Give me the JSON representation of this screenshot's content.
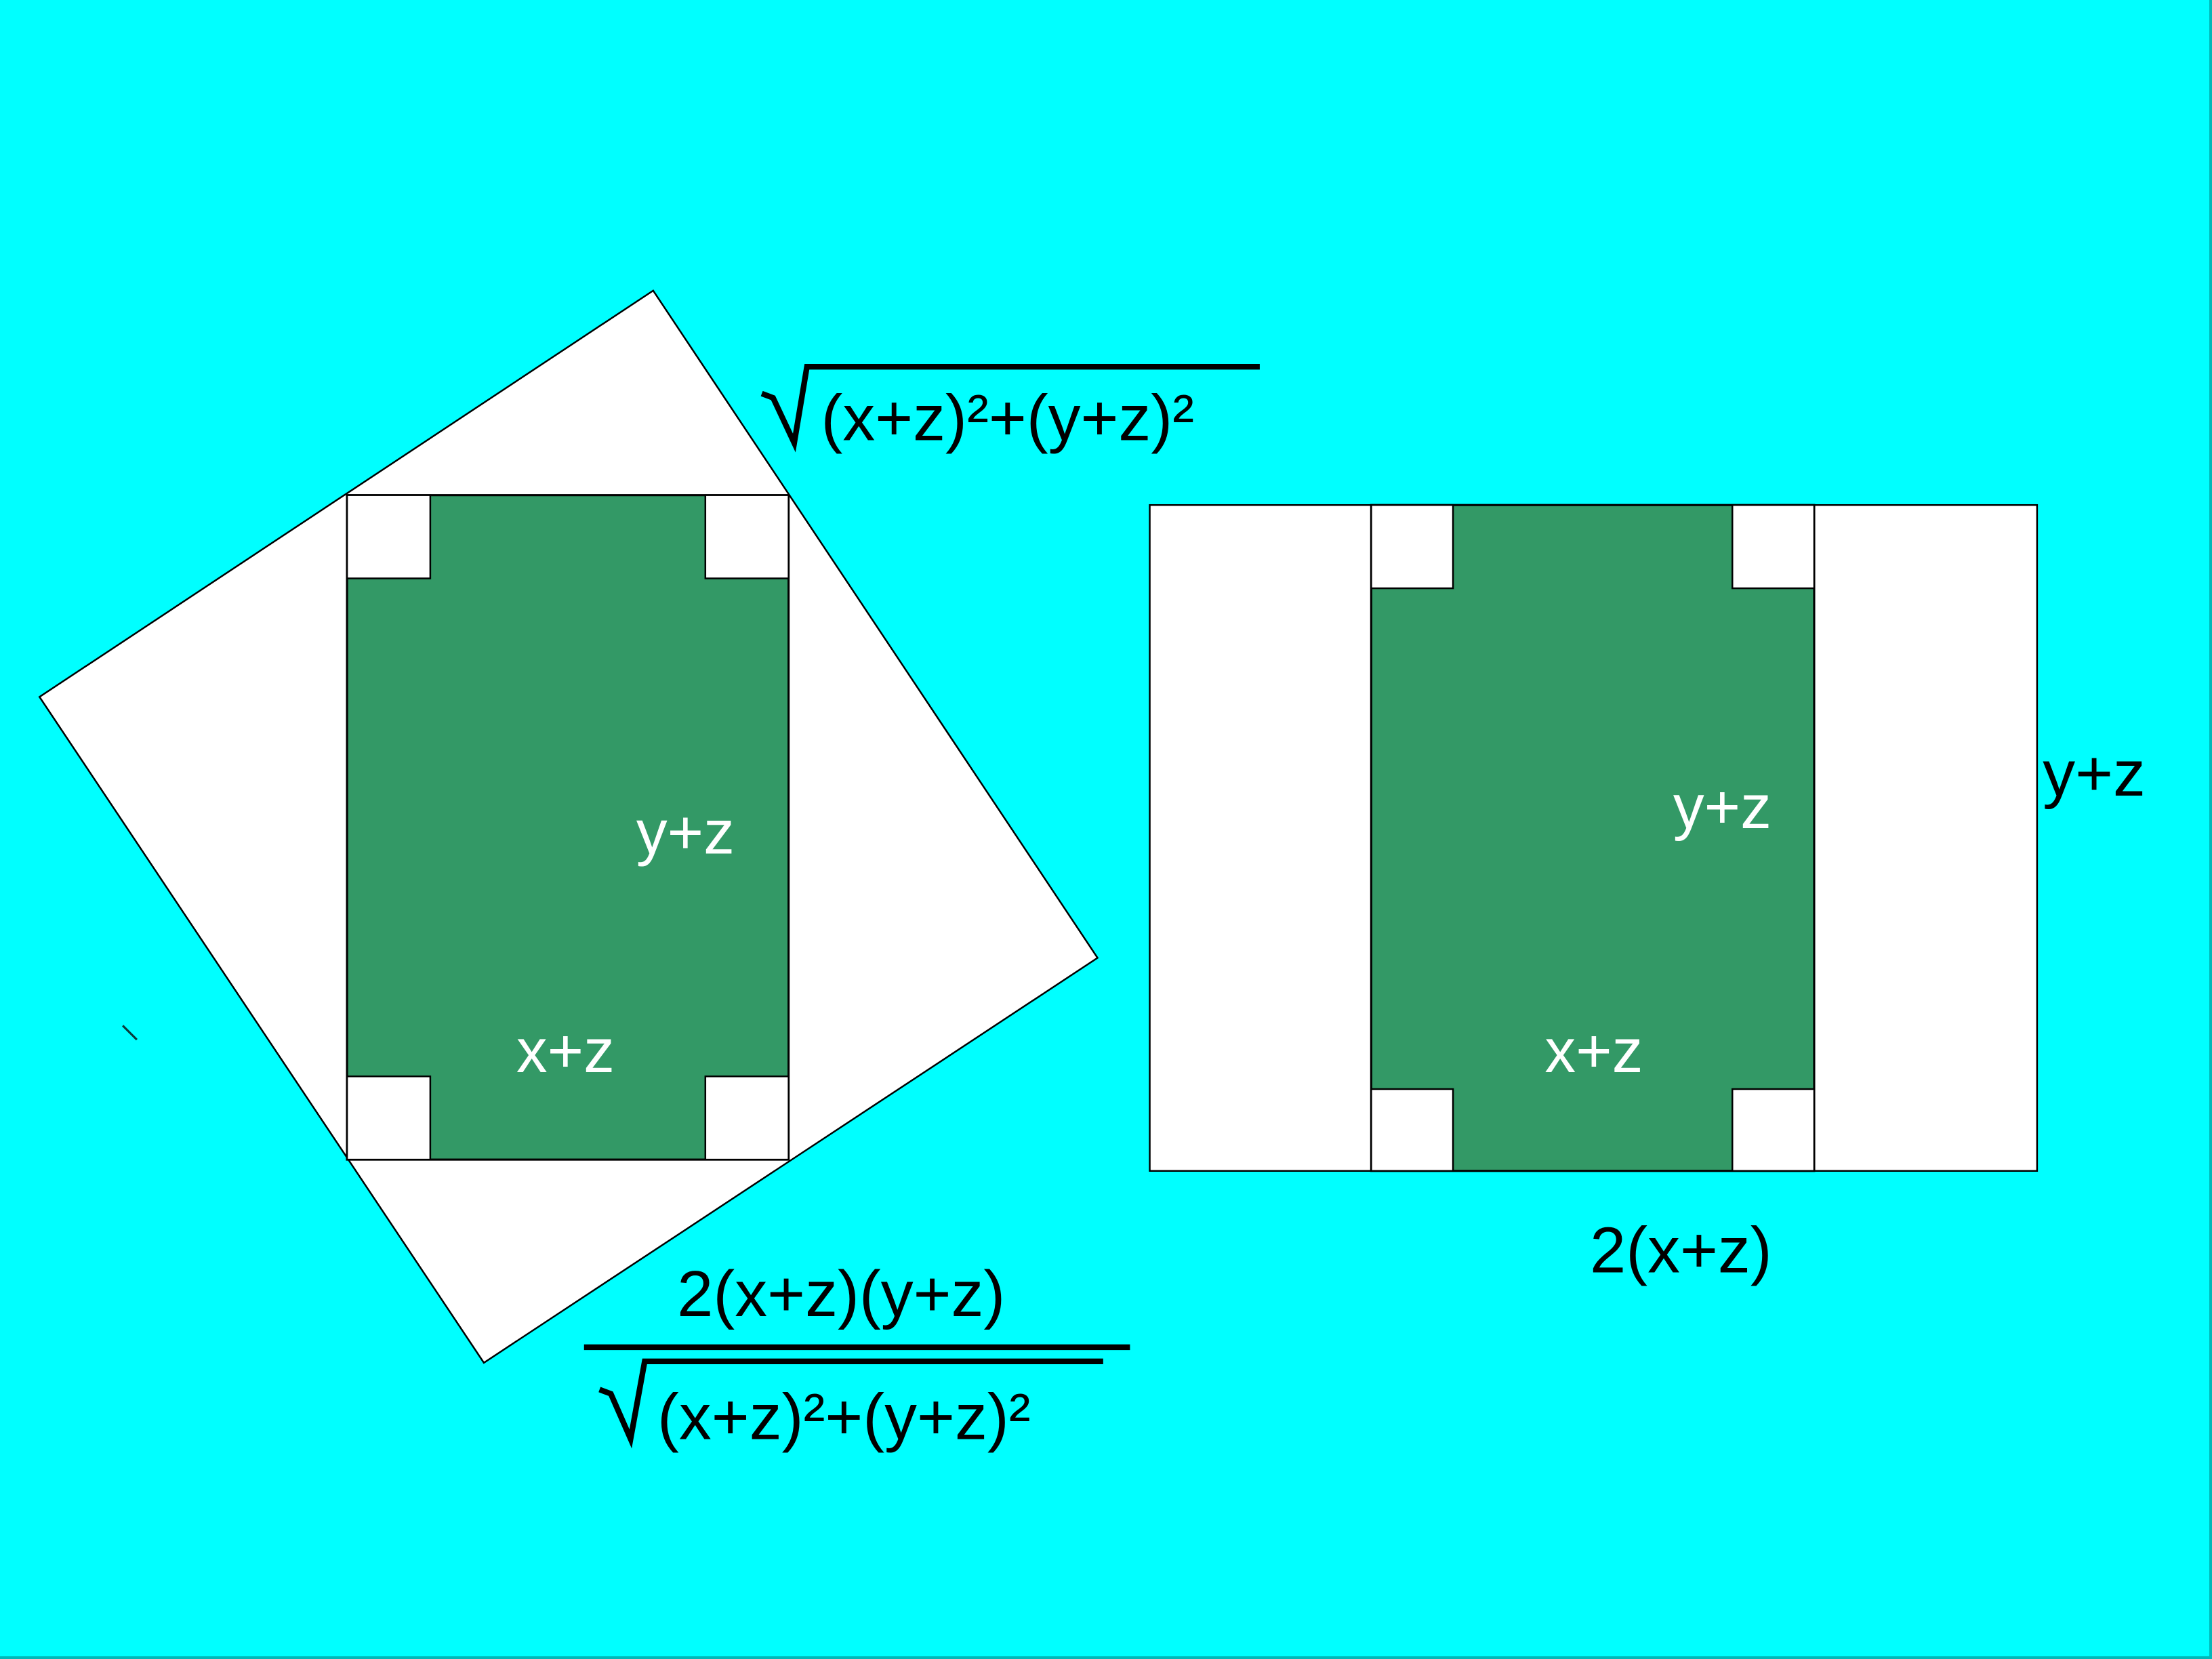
{
  "colors": {
    "background": "#00FFFF",
    "square_fill": "#FFFFFF",
    "green_fill": "#339966",
    "stroke": "#000000",
    "label_light": "#FFFFFF",
    "label_dark": "#000000"
  },
  "left_figure": {
    "hypotenuse_label": "(x+z)²+(y+z)²",
    "inner_height_label": "y+z",
    "inner_width_label": "x+z",
    "fraction": {
      "numerator": "2(x+z)(y+z)",
      "denominator": "(x+z)²+(y+z)²"
    }
  },
  "right_figure": {
    "inner_height_label": "y+z",
    "inner_width_label": "x+z",
    "side_label": "y+z",
    "bottom_label": "2(x+z)"
  }
}
